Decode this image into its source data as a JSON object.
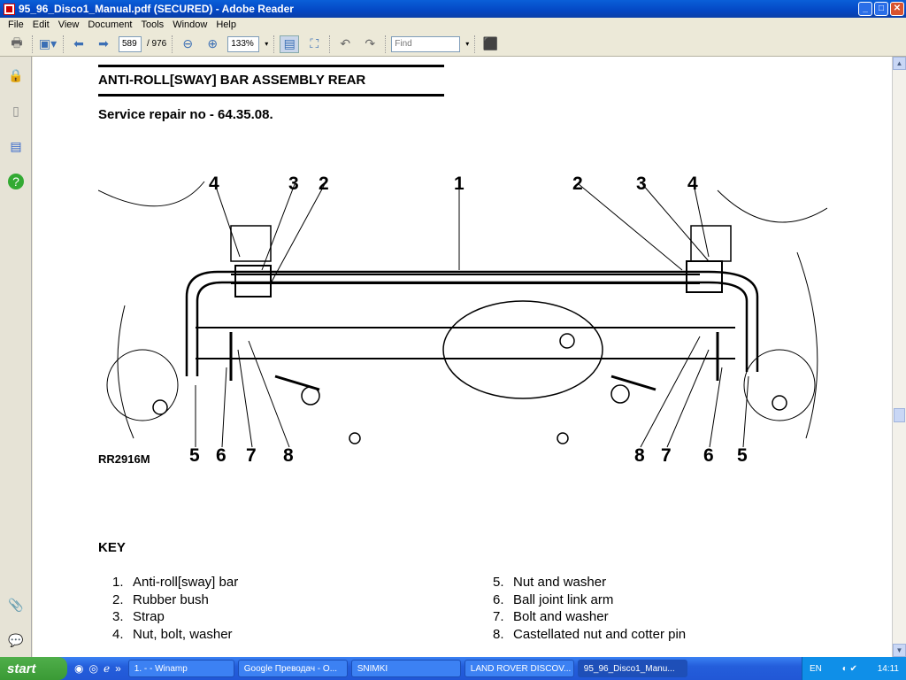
{
  "window": {
    "title": "95_96_Disco1_Manual.pdf (SECURED) - Adobe Reader",
    "minimize": "_",
    "maximize": "□",
    "close": "✕"
  },
  "menu": [
    "File",
    "Edit",
    "View",
    "Document",
    "Tools",
    "Window",
    "Help"
  ],
  "toolbar": {
    "page_current": "589",
    "page_total": "/ 976",
    "zoom": "133%",
    "find_placeholder": "Find"
  },
  "document": {
    "title": "ANTI-ROLL[SWAY] BAR ASSEMBLY REAR",
    "service": "Service repair no - 64.35.08.",
    "figure_id": "RR2916M",
    "callouts_top": [
      "4",
      "3",
      "2",
      "1",
      "2",
      "3",
      "4"
    ],
    "callouts_bottom": [
      "5",
      "6",
      "7",
      "8",
      "8",
      "7",
      "6",
      "5"
    ],
    "key_heading": "KEY",
    "key": [
      {
        "n": "1.",
        "t": "Anti-roll[sway] bar"
      },
      {
        "n": "2.",
        "t": "Rubber bush"
      },
      {
        "n": "3.",
        "t": "Strap"
      },
      {
        "n": "4.",
        "t": "Nut, bolt, washer"
      },
      {
        "n": "5.",
        "t": "Nut and washer"
      },
      {
        "n": "6.",
        "t": "Ball joint link arm"
      },
      {
        "n": "7.",
        "t": "Bolt and washer"
      },
      {
        "n": "8.",
        "t": "Castellated nut and cotter pin"
      }
    ]
  },
  "taskbar": {
    "start": "start",
    "tasks": [
      "1. - - Winamp",
      "Google Преводач - O...",
      "SNIMKI",
      "LAND ROVER DISCOV...",
      "95_96_Disco1_Manu..."
    ],
    "lang": "EN",
    "clock": "14:11"
  }
}
